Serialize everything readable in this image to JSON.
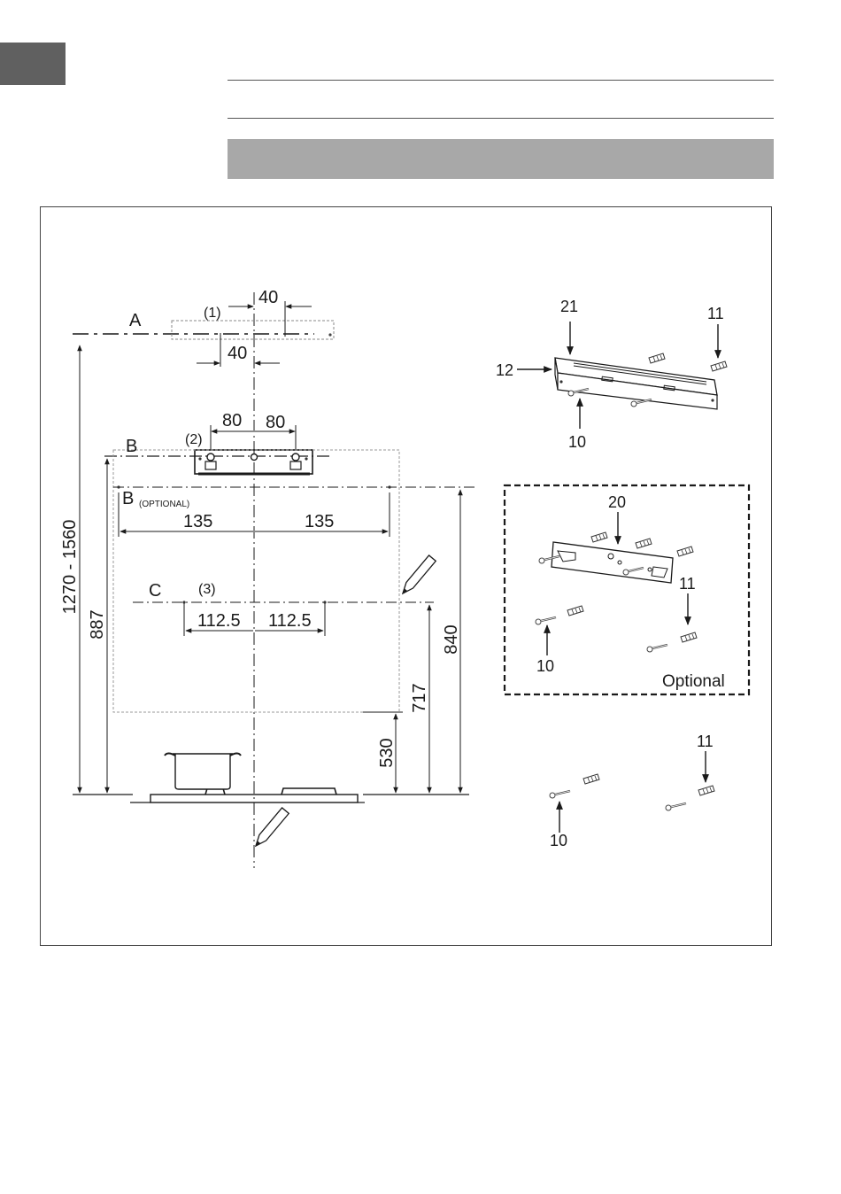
{
  "figure": {
    "main_diagram": {
      "line_a": "A",
      "line_b": "B",
      "line_b_optional": "B",
      "optional_subscript": "(OPTIONAL)",
      "line_c": "C",
      "callout_1": "(1)",
      "callout_2": "(2)",
      "callout_3": "(3)",
      "dim_a_upper": "40",
      "dim_a_lower": "40",
      "dim_b_left": "80",
      "dim_b_right": "80",
      "dim_b_opt_left": "135",
      "dim_b_opt_right": "135",
      "dim_c_left": "112.5",
      "dim_c_right": "112.5",
      "dim_height_range": "1270 - 1560",
      "dim_887": "887",
      "dim_840": "840",
      "dim_717": "717",
      "dim_530": "530"
    },
    "kit_1": {
      "bracket_label": "21",
      "label_12": "12",
      "screw_label": "10",
      "anchor_label": "11"
    },
    "kit_optional": {
      "bracket_label": "20",
      "screw_label": "10",
      "anchor_label": "11",
      "caption": "Optional"
    },
    "kit_3": {
      "screw_label": "10",
      "anchor_label": "11"
    }
  }
}
